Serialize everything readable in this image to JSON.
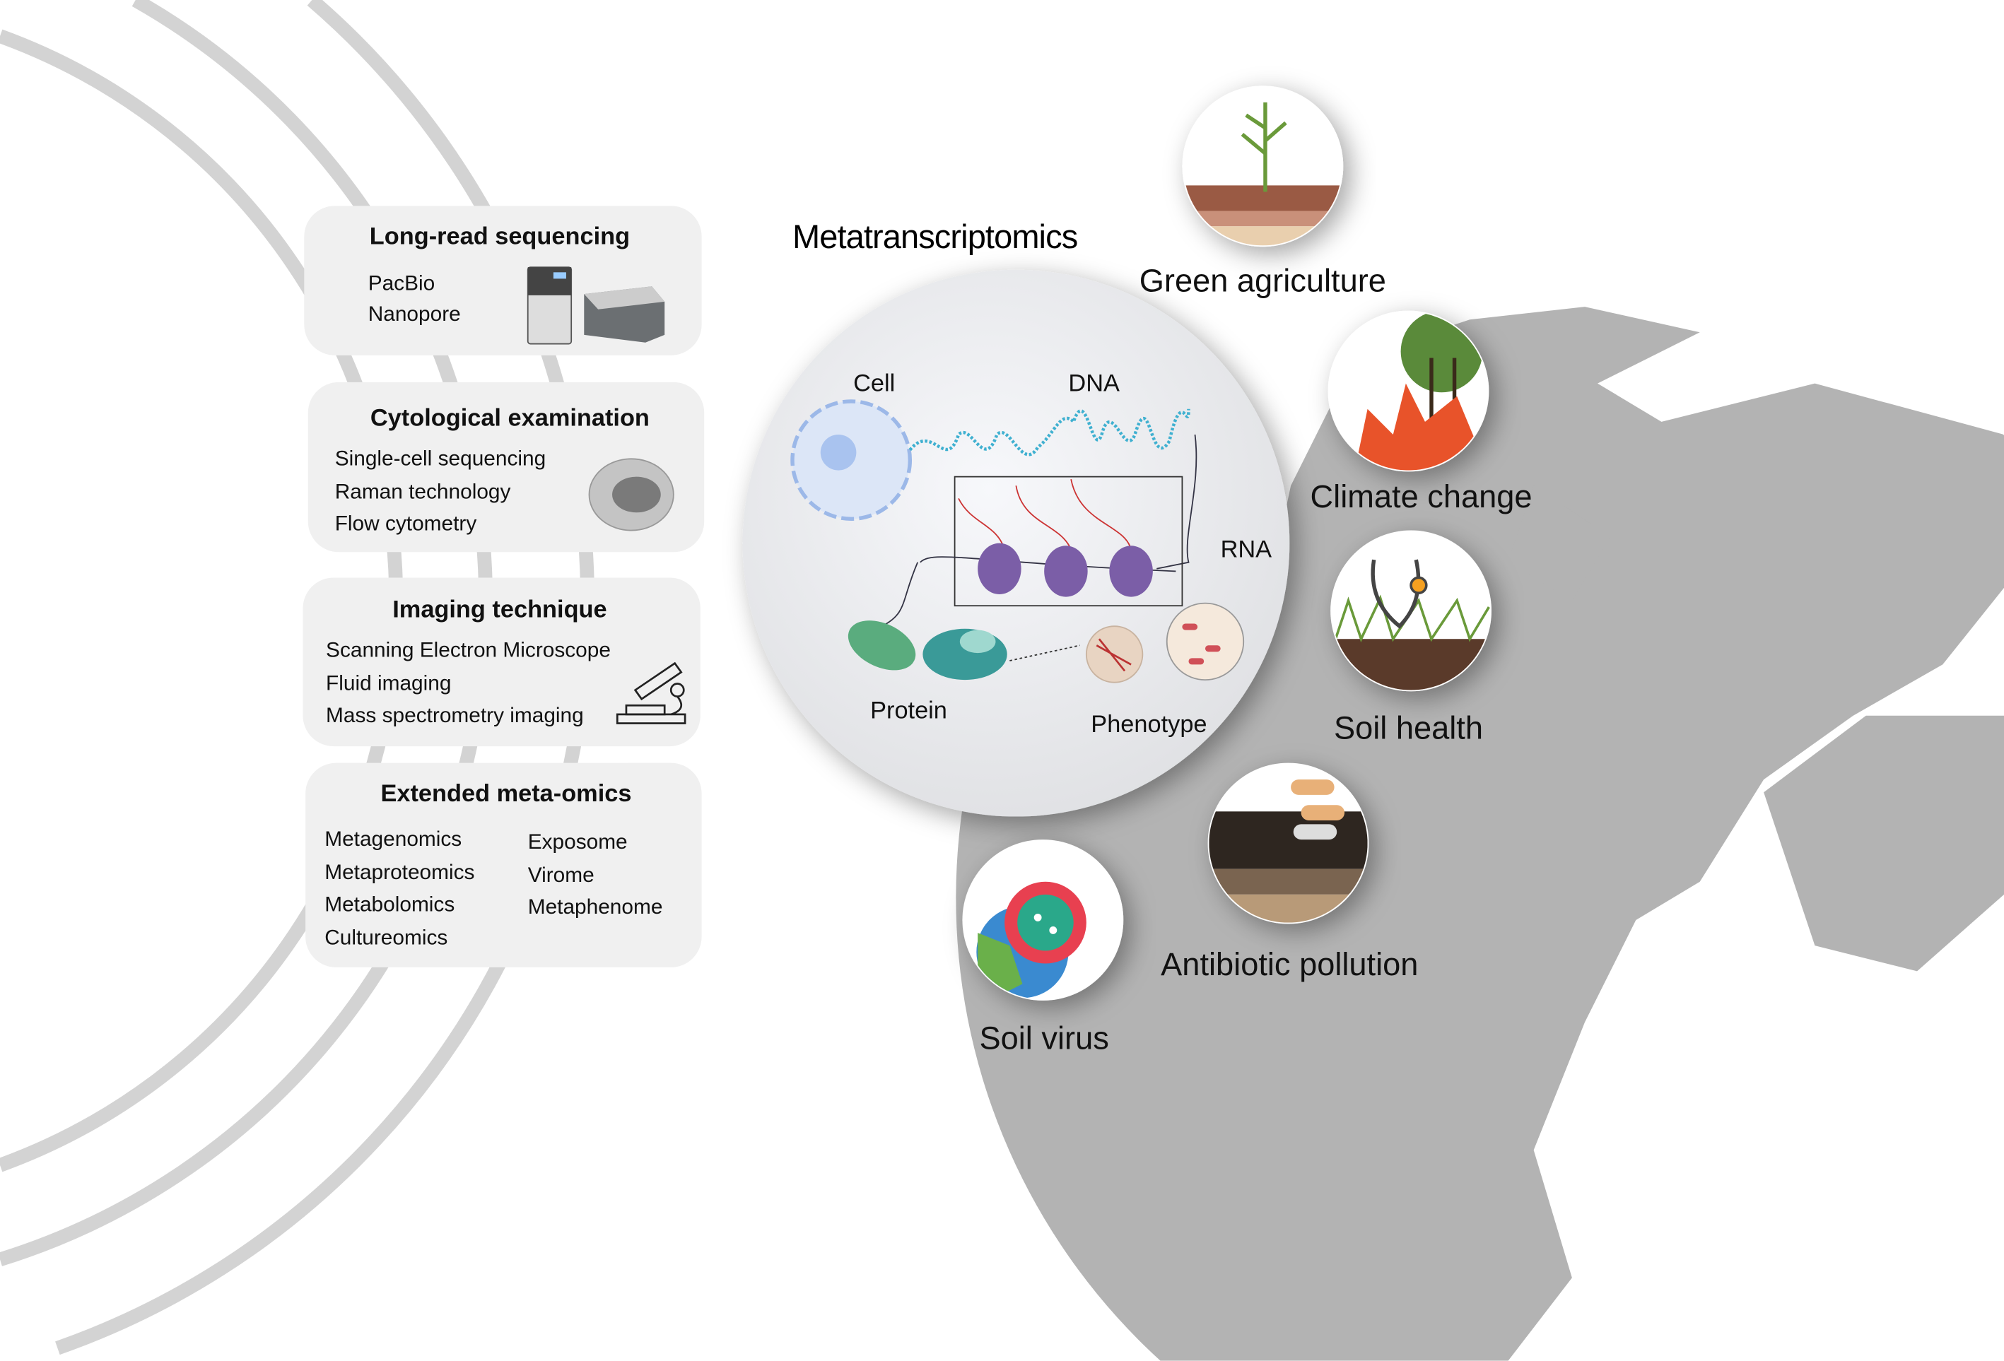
{
  "title": "Metatranscriptomics",
  "panels": [
    {
      "title": "Long-read sequencing",
      "items": [
        "PacBio",
        "Nanopore"
      ]
    },
    {
      "title": "Cytological examination",
      "items": [
        "Single-cell sequencing",
        "Raman technology",
        "Flow cytometry"
      ]
    },
    {
      "title": "Imaging technique",
      "items": [
        "Scanning Electron Microscope",
        "Fluid imaging",
        "Mass spectrometry imaging"
      ]
    },
    {
      "title": "Extended meta-omics",
      "items_left": [
        "Metagenomics",
        "Metaproteomics",
        "Metabolomics",
        "Cultureomics"
      ],
      "items_right": [
        "Exposome",
        "Virome",
        "Metaphenome"
      ]
    }
  ],
  "center_labels": {
    "cell": "Cell",
    "dna": "DNA",
    "rna": "RNA",
    "protein": "Protein",
    "phenotype": "Phenotype"
  },
  "applications": [
    "Green agriculture",
    "Climate change",
    "Soil health",
    "Antibiotic pollution",
    "Soil virus"
  ],
  "colors": {
    "panel": "#f0f0f0",
    "globe": "#b3b3b3",
    "arc": "#d3d3d3",
    "ribosome": "#7b5ea7",
    "dna": "#3fb0d0"
  }
}
